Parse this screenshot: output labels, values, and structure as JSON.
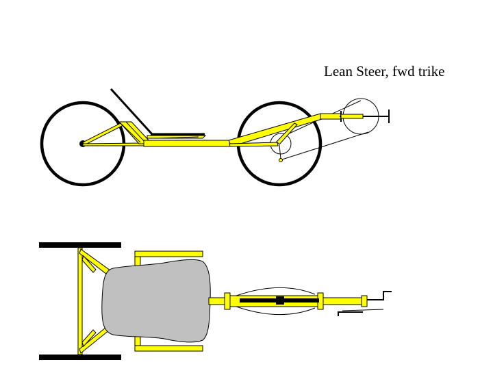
{
  "title": "Lean Steer, fwd trike",
  "colors": {
    "frame": "#ffff00",
    "outline": "#000000",
    "seat": "#c0c0c0",
    "background": "#ffffff"
  },
  "views": [
    "side-view",
    "top-view"
  ]
}
